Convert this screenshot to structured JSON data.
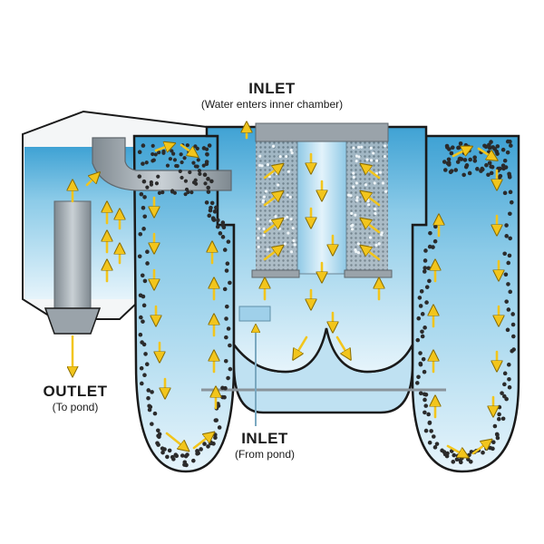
{
  "labels": {
    "inlet_top": {
      "title": "INLET",
      "subtitle": "(Water enters inner chamber)"
    },
    "outlet": {
      "title": "OUTLET",
      "subtitle": "(To pond)"
    },
    "inlet_bottom": {
      "title": "INLET",
      "subtitle": "(From pond)"
    }
  },
  "colors": {
    "water_light": "#cfe9f6",
    "water_mid": "#8ccbe8",
    "water_dark": "#4aa6d6",
    "outline": "#1a1a1a",
    "arrow": "#f2c51c",
    "media": "#2b2b2b",
    "pipe": "#9aa3aa",
    "core": "#bfe1f2"
  },
  "icons": {
    "flow_arrow": "up-arrow-icon",
    "media_beads": "filter-media-icon"
  }
}
